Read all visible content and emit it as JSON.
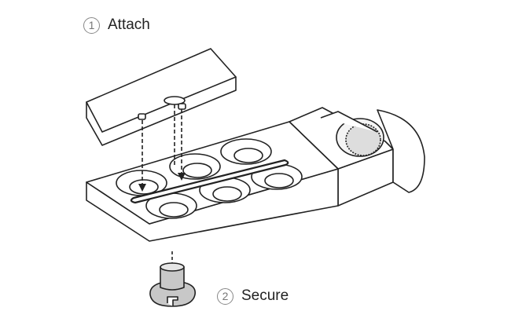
{
  "steps": [
    {
      "number": "1",
      "label": "Attach"
    },
    {
      "number": "2",
      "label": "Secure"
    }
  ],
  "colors": {
    "line": "#222222",
    "fill": "#ffffff",
    "screw": "#c8c8c8"
  }
}
